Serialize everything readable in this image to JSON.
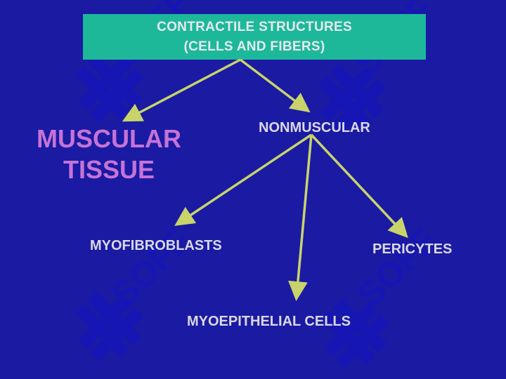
{
  "title": {
    "line1": "CONTRACTILE STRUCTURES",
    "line2": "(CELLS AND FIBERS)"
  },
  "nodes": {
    "muscular_line1": "MUSCULAR",
    "muscular_line2": "TISSUE",
    "nonmuscular": "NONMUSCULAR",
    "myofibroblasts": "MYOFIBROBLASTS",
    "pericytes": "PERICYTES",
    "myoepithelial": "MYOEPITHELIAL CELLS"
  },
  "watermark": {
    "text": "SOFF",
    "icon": "watermark-logo-icon"
  },
  "colors": {
    "background": "#1a1aa3",
    "title_box": "#1db89a",
    "text": "#d9d9e6",
    "muscular_text": "#c573d6",
    "arrow": "#c8d46a"
  }
}
